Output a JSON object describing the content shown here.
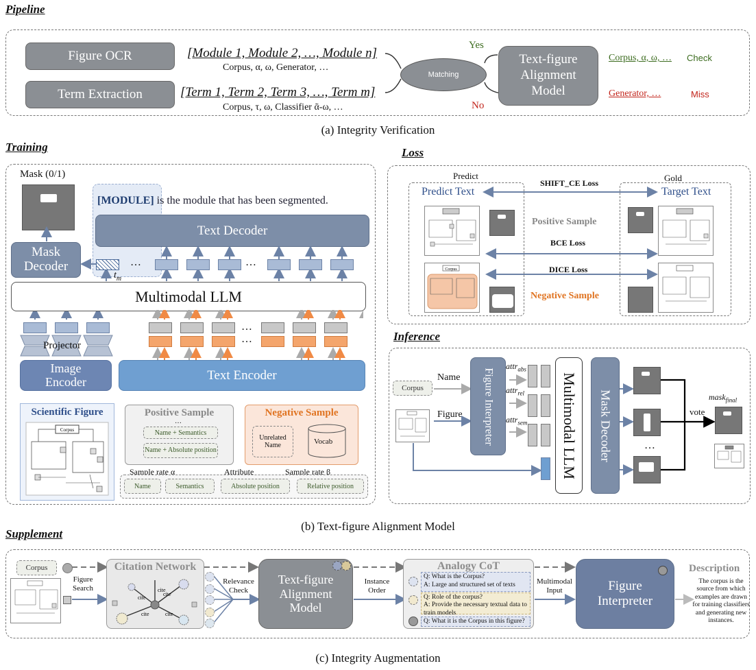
{
  "sections": {
    "pipeline": "Pipeline",
    "training": "Training",
    "loss": "Loss",
    "inference": "Inference",
    "supplement": "Supplement"
  },
  "captions": {
    "a": "(a) Integrity Verification",
    "b": "(b) Text-figure Alignment Model",
    "c": "(c) Integrity Augmentation"
  },
  "pipeline": {
    "figure_ocr": "Figure OCR",
    "term_extraction": "Term Extraction",
    "modules_list": "[Module 1, Module 2, …, Module n]",
    "modules_sub": "Corpus, α, ω, Generator, …",
    "terms_list": "[Term 1, Term 2, Term 3, …, Term m]",
    "terms_sub": "Corpus, τ, ω, Classifier ᾶ-ω, …",
    "matching": "Matching",
    "yes": "Yes",
    "no": "No",
    "tfam": "Text-figure Alignment Model",
    "check_items": "Corpus, α, ω, …",
    "check": "Check",
    "miss_items": "Generator, …",
    "miss": "Miss"
  },
  "training": {
    "mask_label": "Mask (0/1)",
    "module_bold": "[MODULE]",
    "module_rest": " is the module that has been segmented.",
    "text_decoder": "Text Decoder",
    "mask_decoder": "Mask Decoder",
    "tm": "t",
    "tm_sub": "m",
    "dots": "…",
    "mllm": "Multimodal LLM",
    "projector": "Projector",
    "image_encoder": "Image Encoder",
    "text_encoder": "Text Encoder",
    "sci_figure": "Scientific Figure",
    "pos_sample": "Positive Sample",
    "pos_items": [
      "Name + Semantics",
      "Name + Absolute position"
    ],
    "neg_sample": "Negative Sample",
    "unrelated": "Unrelated Name",
    "vocab": "Vocab",
    "rate_alpha": "Sample rate α",
    "attribute": "Attribute",
    "rate_beta": "Sample rate β",
    "attrs": [
      "Name",
      "Semantics",
      "Absolute position",
      "Relative position"
    ],
    "corpus": "Corpus"
  },
  "loss": {
    "predict": "Predict",
    "gold": "Gold",
    "predict_text": "Predict Text",
    "target_text": "Target Text",
    "shift_ce": "SHIFT_CE Loss",
    "positive": "Positive Sample",
    "bce": "BCE Loss",
    "dice": "DICE Loss",
    "negative": "Negative Sample",
    "corpus": "Corpus"
  },
  "inference": {
    "name": "Name",
    "figure": "Figure",
    "corpus": "Corpus",
    "interpreter": "Figure Interpreter",
    "attr_abs": "attr",
    "attr_abs_sub": "abs",
    "attr_rel": "attr",
    "attr_rel_sub": "rel",
    "attr_sem": "attr",
    "attr_sem_sub": "sem",
    "mllm": "Multimodal LLM",
    "mask_decoder": "Mask Decoder",
    "vote": "vote",
    "mask_final": "mask",
    "mask_final_sub": "final",
    "dots": "…"
  },
  "supplement": {
    "corpus": "Corpus",
    "citation": "Citation Network",
    "cite": "cite",
    "figure_search": "Figure Search",
    "relevance": "Relevance Check",
    "tfam": "Text-figure Alignment Model",
    "instance_order": "Instance Order",
    "analogy": "Analogy CoT",
    "qa": [
      "Q: What is the Corpus?",
      "A: Large and structured set of texts",
      "Q: Role of the corpus?",
      "A: Provide the necessary textual data to train models",
      "Q: What it is the Corpus in this figure?"
    ],
    "multimodal_input": "Multimodal Input",
    "interpreter": "Figure Interpreter",
    "description_title": "Description",
    "description": "The corpus is the source from which examples are drawn for training classifiers and generating new instances."
  }
}
